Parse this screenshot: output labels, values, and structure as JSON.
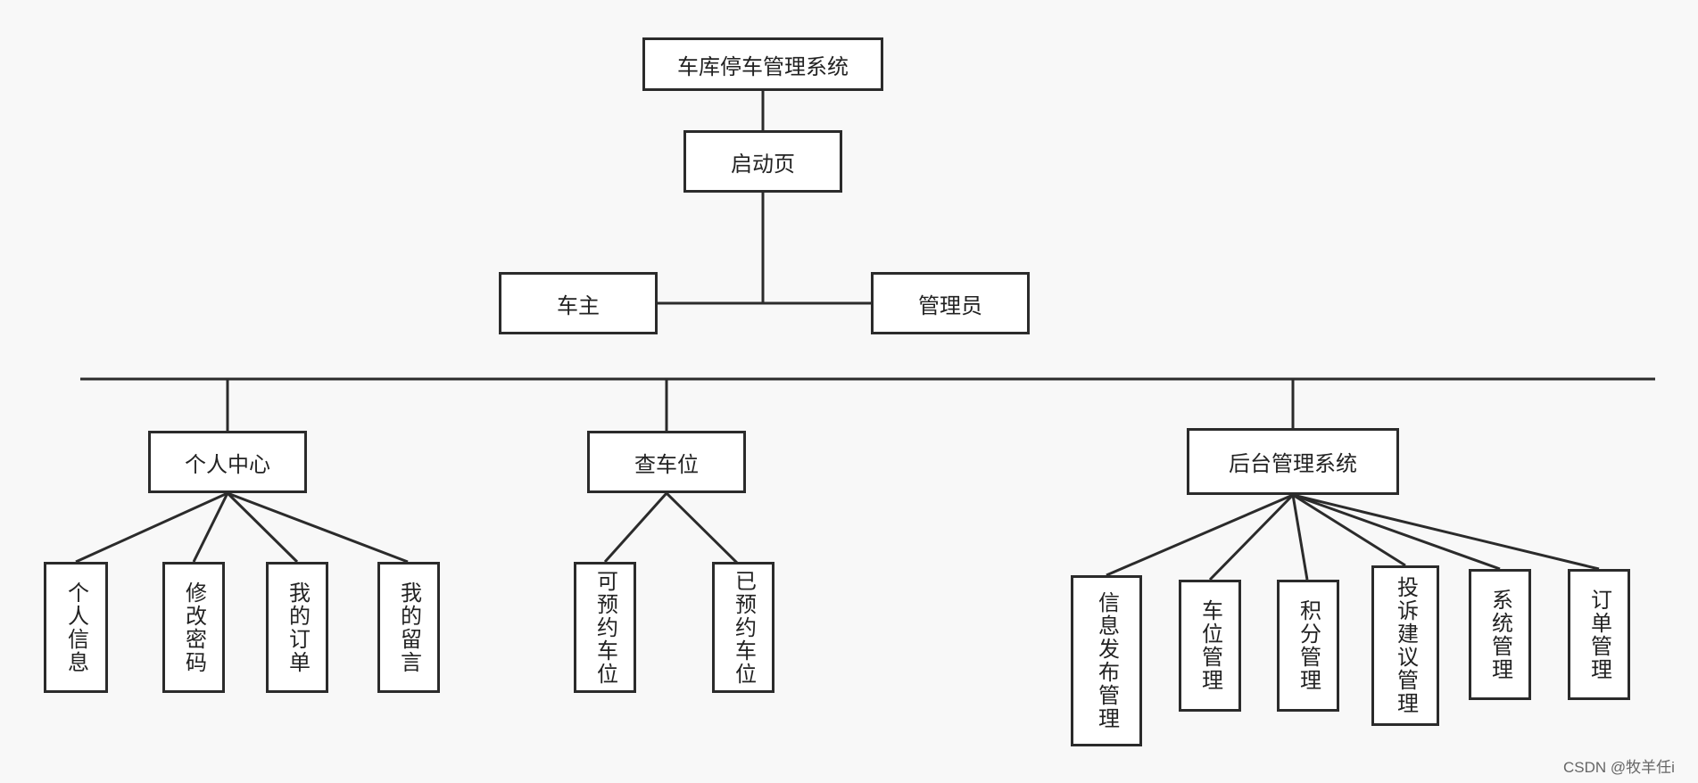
{
  "nodes": {
    "root": "车库停车管理系统",
    "launch": "启动页",
    "car_owner": "车主",
    "admin": "管理员",
    "personal_center": "个人中心",
    "find_space": "查车位",
    "backend": "后台管理系统",
    "personal_info": "个人信息",
    "change_password": "修改密码",
    "my_orders": "我的订单",
    "my_messages": "我的留言",
    "available_spaces": "可预约车位",
    "reserved_spaces": "已预约车位",
    "info_publish": "信息发布管理",
    "space_mgmt": "车位管理",
    "points_mgmt": "积分管理",
    "complaint_mgmt": "投诉建议管理",
    "system_mgmt": "系统管理",
    "order_mgmt": "订单管理"
  },
  "watermark": "CSDN @牧羊任i"
}
